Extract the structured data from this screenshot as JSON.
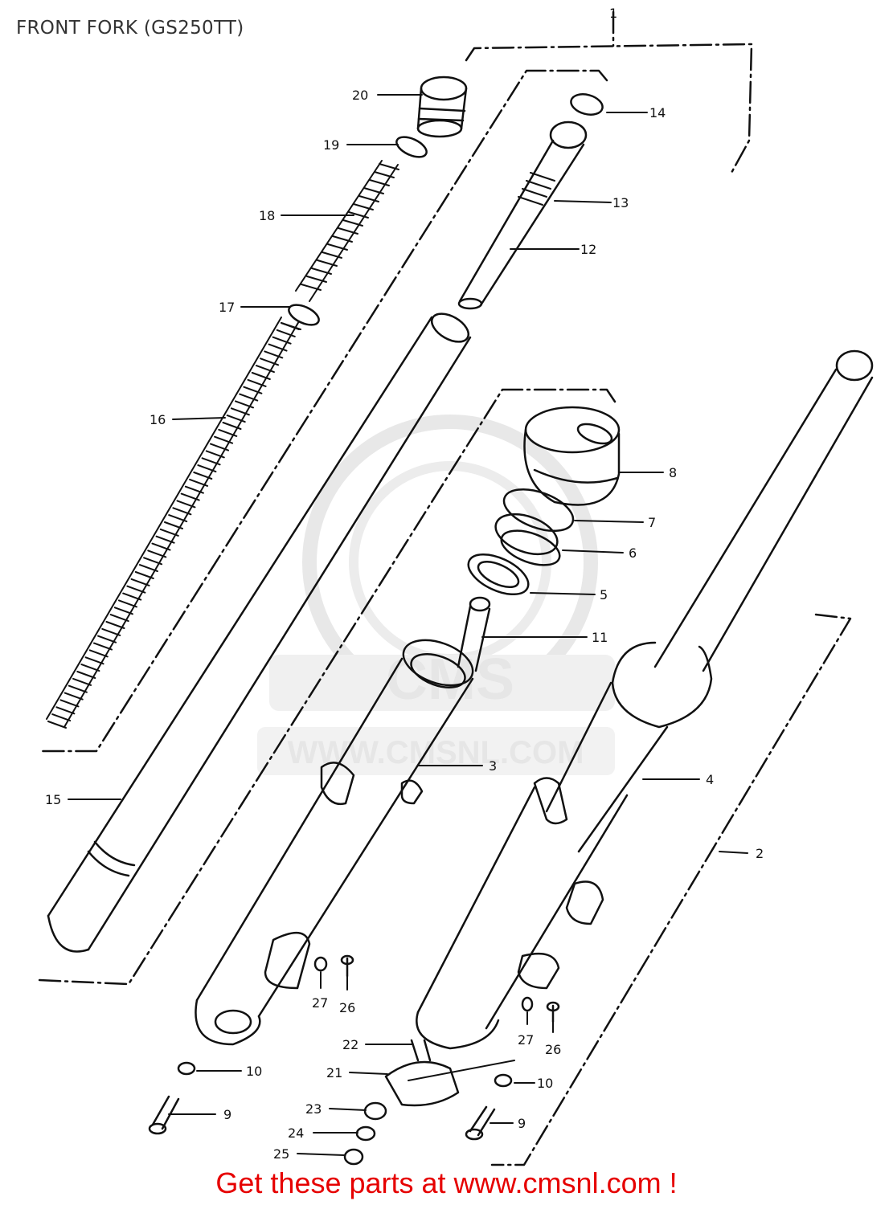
{
  "title": "FRONT FORK (GS250TT)",
  "footer_link": "Get these parts at www.cmsnl.com !",
  "watermark": {
    "logo_text": "CMS",
    "url_text": "WWW.CMSNL.COM"
  },
  "callouts": {
    "c1": "1",
    "c2": "2",
    "c3": "3",
    "c4": "4",
    "c5": "5",
    "c6": "6",
    "c7": "7",
    "c8": "8",
    "c9a": "9",
    "c9b": "9",
    "c10a": "10",
    "c10b": "10",
    "c11": "11",
    "c12": "12",
    "c13": "13",
    "c14": "14",
    "c15": "15",
    "c16": "16",
    "c17": "17",
    "c18": "18",
    "c19": "19",
    "c20": "20",
    "c21": "21",
    "c22": "22",
    "c23": "23",
    "c24": "24",
    "c25": "25",
    "c26a": "26",
    "c26b": "26",
    "c27a": "27",
    "c27b": "27"
  },
  "colors": {
    "line": "#111111",
    "footer": "#e60000",
    "watermark": "#e6e6e6"
  }
}
